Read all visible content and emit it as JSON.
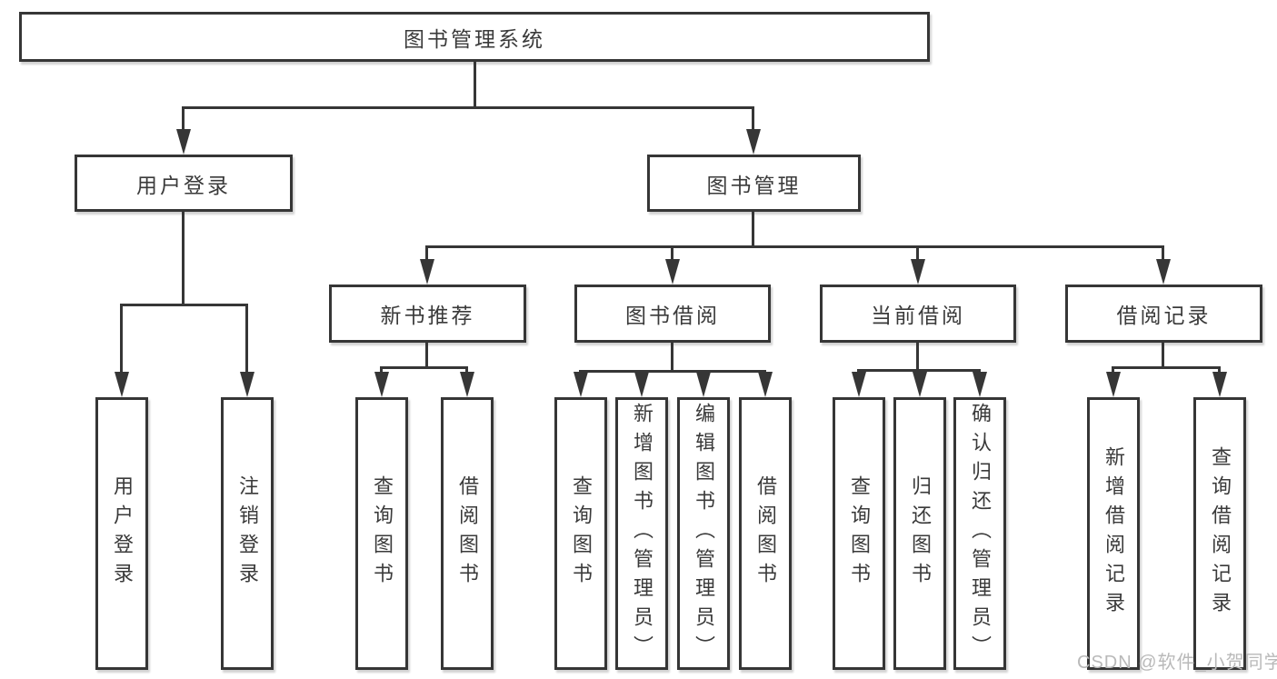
{
  "tree": {
    "root": "图书管理系统",
    "branches": [
      {
        "label": "用户登录",
        "children": [
          "用户登录",
          "注销登录"
        ]
      },
      {
        "label": "图书管理",
        "children": [
          {
            "label": "新书推荐",
            "children": [
              "查询图书",
              "借阅图书"
            ]
          },
          {
            "label": "图书借阅",
            "children": [
              "查询图书",
              "新增图书（管理员）",
              "编辑图书（管理员）",
              "借阅图书"
            ]
          },
          {
            "label": "当前借阅",
            "children": [
              "查询图书",
              "归还图书",
              "确认归还（管理员）"
            ]
          },
          {
            "label": "借阅记录",
            "children": [
              "新增借阅记录",
              "查询借阅记录"
            ]
          }
        ]
      }
    ]
  },
  "watermark": {
    "text": "CSDN @软件_小贺同学"
  },
  "colors": {
    "line": "#363636",
    "text": "#3a3a3a",
    "watermark": "#b9b9b9",
    "background": "#ffffff"
  }
}
